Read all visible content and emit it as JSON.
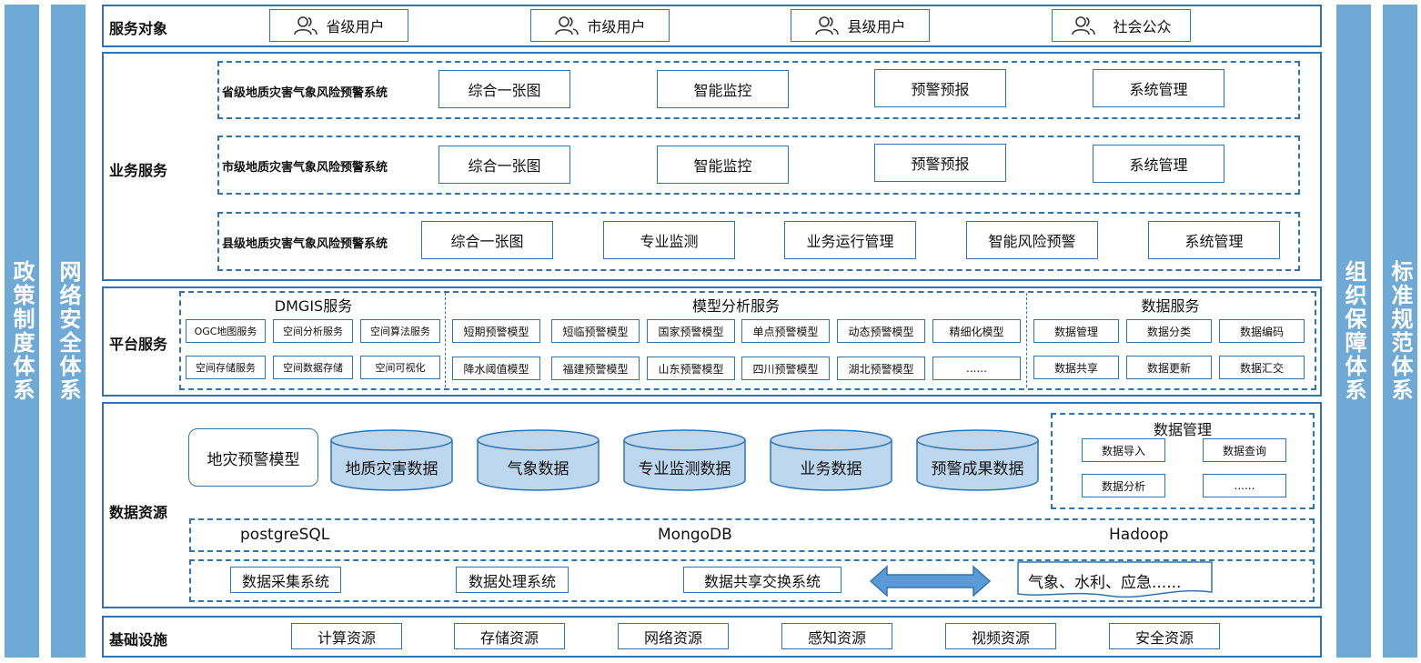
{
  "side_left": [
    "政策制度体系",
    "网络安全体系"
  ],
  "side_right": [
    "组织保障体系",
    "标准规范体系"
  ],
  "service_targets": {
    "label": "服务对象",
    "users": [
      "省级用户",
      "市级用户",
      "县级用户",
      "社会公众"
    ]
  },
  "business": {
    "label": "业务服务",
    "systems": [
      {
        "name": "省级地质灾害气象风险预警系统",
        "modules": [
          "综合一张图",
          "智能监控",
          "预警预报",
          "系统管理"
        ]
      },
      {
        "name": "市级地质灾害气象风险预警系统",
        "modules": [
          "综合一张图",
          "智能监控",
          "预警预报",
          "系统管理"
        ]
      },
      {
        "name": "县级地质灾害气象风险预警系统",
        "modules": [
          "综合一张图",
          "专业监测",
          "业务运行管理",
          "智能风险预警",
          "系统管理"
        ]
      }
    ]
  },
  "platform": {
    "label": "平台服务",
    "dmgis": {
      "title": "DMGIS服务",
      "items": [
        "OGC地图服务",
        "空间分析服务",
        "空间算法服务",
        "空间存储服务",
        "空间数据存储",
        "空间可视化"
      ]
    },
    "model": {
      "title": "模型分析服务",
      "items": [
        "短期预警模型",
        "短临预警模型",
        "国家预警模型",
        "单点预警模型",
        "动态预警模型",
        "精细化模型",
        "降水阈值模型",
        "福建预警模型",
        "山东预警模型",
        "四川预警模型",
        "湖北预警模型",
        "......"
      ]
    },
    "data": {
      "title": "数据服务",
      "items": [
        "数据管理",
        "数据分类",
        "数据编码",
        "数据共享",
        "数据更新",
        "数据汇交"
      ]
    }
  },
  "resources": {
    "label": "数据资源",
    "model_box": "地灾预警模型",
    "databases": [
      "地质灾害数据",
      "气象数据",
      "专业监测数据",
      "业务数据",
      "预警成果数据"
    ],
    "mgmt": {
      "title": "数据管理",
      "items": [
        "数据导入",
        "数据查询",
        "数据分析",
        "......"
      ]
    },
    "engines": [
      "postgreSQL",
      "MongoDB",
      "Hadoop"
    ],
    "systems": [
      "数据采集系统",
      "数据处理系统",
      "数据共享交换系统"
    ],
    "external": "气象、水利、应急......"
  },
  "infrastructure": {
    "label": "基础设施",
    "items": [
      "计算资源",
      "存储资源",
      "网络资源",
      "感知资源",
      "视频资源",
      "安全资源"
    ]
  },
  "colors": {
    "border": "#2e75b6",
    "sidebar": "#6fa9d6",
    "cylinder_fill": "#bdd7ee",
    "arrow_fill": "#5b9bd5"
  }
}
